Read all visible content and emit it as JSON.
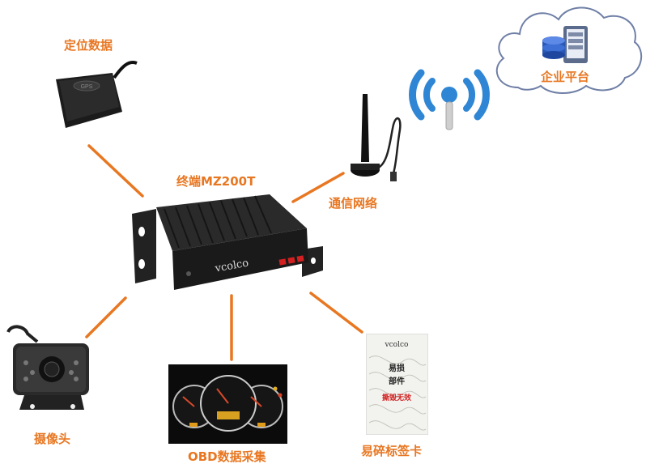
{
  "colors": {
    "accent": "#e87722",
    "device": "#1a1a1a",
    "cloud_stroke": "#6f7fa6"
  },
  "nodes": {
    "gps": {
      "label": "定位数据",
      "icon": "gps-antenna-icon",
      "chip_text": "GPS"
    },
    "terminal": {
      "label": "终端MZ200T",
      "icon": "terminal-device-icon",
      "brand": "vcolco"
    },
    "comm": {
      "label": "通信网络",
      "icon": "cellular-antenna-icon"
    },
    "platform": {
      "label": "企业平台",
      "icon": "server-cloud-icon"
    },
    "camera": {
      "label": "摄像头",
      "icon": "camera-icon"
    },
    "obd": {
      "label": "OBD数据采集",
      "icon": "dashboard-icon"
    },
    "seal": {
      "label": "易碎标签卡",
      "icon": "fragile-label-icon",
      "brand": "vcolco",
      "text1": "易损",
      "text2": "部件",
      "text3": "撕毁无效"
    }
  }
}
